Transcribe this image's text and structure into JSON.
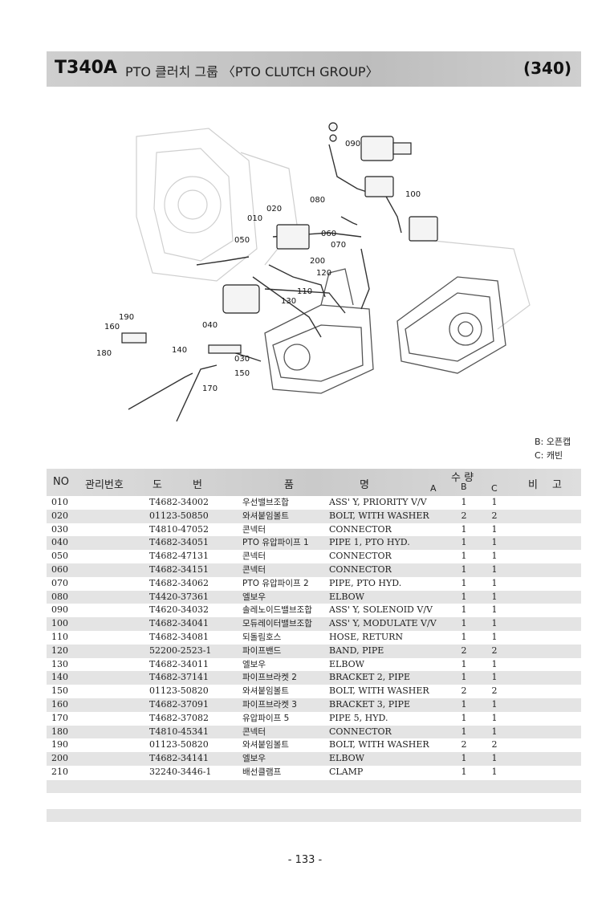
{
  "header": {
    "code": "T340A",
    "title": "PTO 클러치 그룹 〈PTO CLUTCH GROUP〉",
    "page_ref": "(340)"
  },
  "diagram": {
    "callouts": [
      "090",
      "100",
      "080",
      "020",
      "010",
      "060",
      "070",
      "050",
      "200",
      "120",
      "110",
      "130",
      "190",
      "160",
      "040",
      "140",
      "030",
      "180",
      "150",
      "170"
    ]
  },
  "legend": [
    "B: 오픈캡",
    "C: 캐빈"
  ],
  "table": {
    "headers": {
      "no": "NO",
      "mgmt": "관리번호",
      "dwg1": "도",
      "dwg2": "번",
      "name1": "품",
      "name2": "명",
      "qty": "수 량",
      "a": "A",
      "b": "B",
      "c": "C",
      "rem1": "비",
      "rem2": "고"
    },
    "rows": [
      {
        "no": "010",
        "dwg": "T4682-34002",
        "kr": "우선밸브조합",
        "en": "ASS' Y, PRIORITY V/V",
        "b": "1",
        "c": "1"
      },
      {
        "no": "020",
        "dwg": "01123-50850",
        "kr": "와셔붙임볼트",
        "en": "BOLT, WITH WASHER",
        "b": "2",
        "c": "2"
      },
      {
        "no": "030",
        "dwg": "T4810-47052",
        "kr": "콘넥터",
        "en": "CONNECTOR",
        "b": "1",
        "c": "1"
      },
      {
        "no": "040",
        "dwg": "T4682-34051",
        "kr": "PTO 유압파이프 1",
        "en": "PIPE 1, PTO HYD.",
        "b": "1",
        "c": "1"
      },
      {
        "no": "050",
        "dwg": "T4682-47131",
        "kr": "콘넥터",
        "en": "CONNECTOR",
        "b": "1",
        "c": "1"
      },
      {
        "no": "060",
        "dwg": "T4682-34151",
        "kr": "콘넥터",
        "en": "CONNECTOR",
        "b": "1",
        "c": "1"
      },
      {
        "no": "070",
        "dwg": "T4682-34062",
        "kr": "PTO 유압파이프 2",
        "en": "PIPE, PTO HYD.",
        "b": "1",
        "c": "1"
      },
      {
        "no": "080",
        "dwg": "T4420-37361",
        "kr": "엘보우",
        "en": "ELBOW",
        "b": "1",
        "c": "1"
      },
      {
        "no": "090",
        "dwg": "T4620-34032",
        "kr": "솔레노이드밸브조합",
        "en": "ASS' Y, SOLENOID V/V",
        "b": "1",
        "c": "1"
      },
      {
        "no": "100",
        "dwg": "T4682-34041",
        "kr": "모듀레이터밸브조합",
        "en": "ASS' Y, MODULATE V/V",
        "b": "1",
        "c": "1"
      },
      {
        "no": "110",
        "dwg": "T4682-34081",
        "kr": "되돌림호스",
        "en": "HOSE, RETURN",
        "b": "1",
        "c": "1"
      },
      {
        "no": "120",
        "dwg": "52200-2523-1",
        "kr": "파이프밴드",
        "en": "BAND, PIPE",
        "b": "2",
        "c": "2"
      },
      {
        "no": "130",
        "dwg": "T4682-34011",
        "kr": "엘보우",
        "en": "ELBOW",
        "b": "1",
        "c": "1"
      },
      {
        "no": "140",
        "dwg": "T4682-37141",
        "kr": "파이프브라켓 2",
        "en": "BRACKET 2, PIPE",
        "b": "1",
        "c": "1"
      },
      {
        "no": "150",
        "dwg": "01123-50820",
        "kr": "와셔붙임볼트",
        "en": "BOLT, WITH WASHER",
        "b": "2",
        "c": "2"
      },
      {
        "no": "160",
        "dwg": "T4682-37091",
        "kr": "파이프브라켓 3",
        "en": "BRACKET 3, PIPE",
        "b": "1",
        "c": "1"
      },
      {
        "no": "170",
        "dwg": "T4682-37082",
        "kr": "유압파이프 5",
        "en": "PIPE 5, HYD.",
        "b": "1",
        "c": "1"
      },
      {
        "no": "180",
        "dwg": "T4810-45341",
        "kr": "콘넥터",
        "en": "CONNECTOR",
        "b": "1",
        "c": "1"
      },
      {
        "no": "190",
        "dwg": "01123-50820",
        "kr": "와셔붙임볼트",
        "en": "BOLT, WITH WASHER",
        "b": "2",
        "c": "2"
      },
      {
        "no": "200",
        "dwg": "T4682-34141",
        "kr": "엘보우",
        "en": "ELBOW",
        "b": "1",
        "c": "1"
      },
      {
        "no": "210",
        "dwg": "32240-3446-1",
        "kr": "배선클램프",
        "en": "CLAMP",
        "b": "1",
        "c": "1"
      }
    ]
  },
  "footer": {
    "page_number": "- 133 -"
  }
}
